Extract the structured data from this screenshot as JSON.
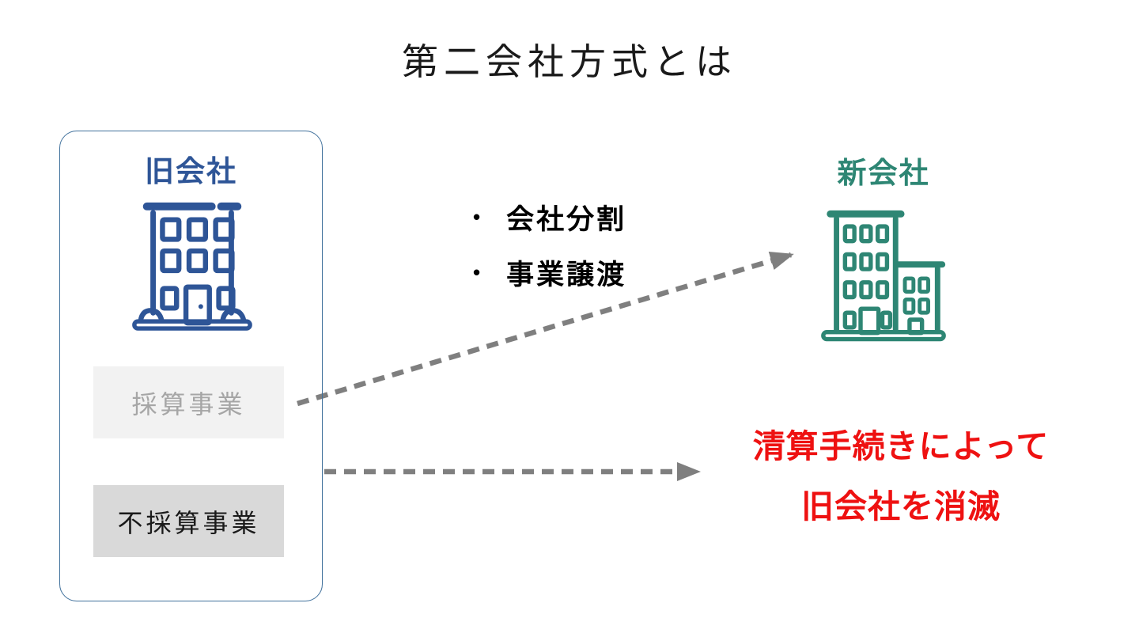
{
  "title": "第二会社方式とは",
  "old_company": {
    "label": "旧会社",
    "profitable_business": "採算事業",
    "unprofitable_business": "不採算事業"
  },
  "methods": {
    "bullet": "•",
    "items": [
      {
        "label": "会社分割"
      },
      {
        "label": "事業譲渡"
      }
    ]
  },
  "new_company": {
    "label": "新会社"
  },
  "liquidation_note": {
    "line1": "清算手続きによって",
    "line2": "旧会社を消滅"
  },
  "icons": {
    "old_building": "building-icon",
    "new_building": "building-with-annex-icon",
    "arrows": "dashed-arrow"
  },
  "colors": {
    "old_company_blue": "#2e5597",
    "panel_border_blue": "#41719c",
    "new_company_teal": "#2e8674",
    "arrow_gray": "#7f7f7f",
    "emphasis_red": "#ee1111",
    "profitable_bg": "#f2f2f2",
    "profitable_text": "#a6a6a6",
    "unprofitable_bg": "#d9d9d9",
    "text_black": "#1a1a1a"
  }
}
